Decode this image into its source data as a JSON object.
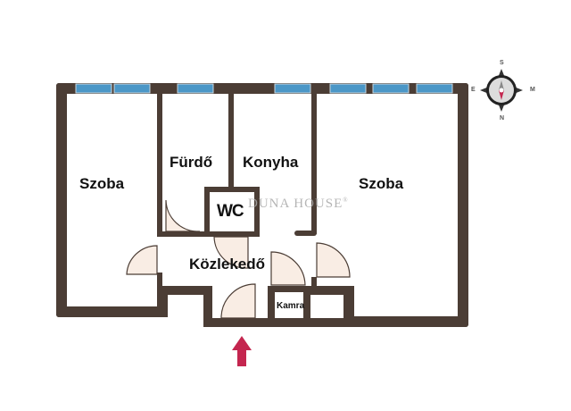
{
  "floorplan": {
    "rooms": [
      {
        "id": "szoba-left",
        "label": "Szoba"
      },
      {
        "id": "furdo",
        "label": "Fürdő"
      },
      {
        "id": "konyha",
        "label": "Konyha"
      },
      {
        "id": "szoba-right",
        "label": "Szoba"
      },
      {
        "id": "wc",
        "label": "WC"
      },
      {
        "id": "kozlekedo",
        "label": "Közlekedő"
      },
      {
        "id": "kamra",
        "label": "Kamra"
      }
    ],
    "watermark": {
      "text": "Duna House",
      "registered": "®"
    },
    "entrance_arrow": {
      "label": "entrance",
      "color": "#c4264f"
    },
    "colors": {
      "wall": "#4b3d35",
      "window": "#4b97c7",
      "door_fill": "#f9ede4",
      "arrow": "#c4264f"
    }
  },
  "compass": {
    "top": "S",
    "right": "M",
    "bottom": "N",
    "left": "E",
    "needle_color": "#c4264f"
  }
}
